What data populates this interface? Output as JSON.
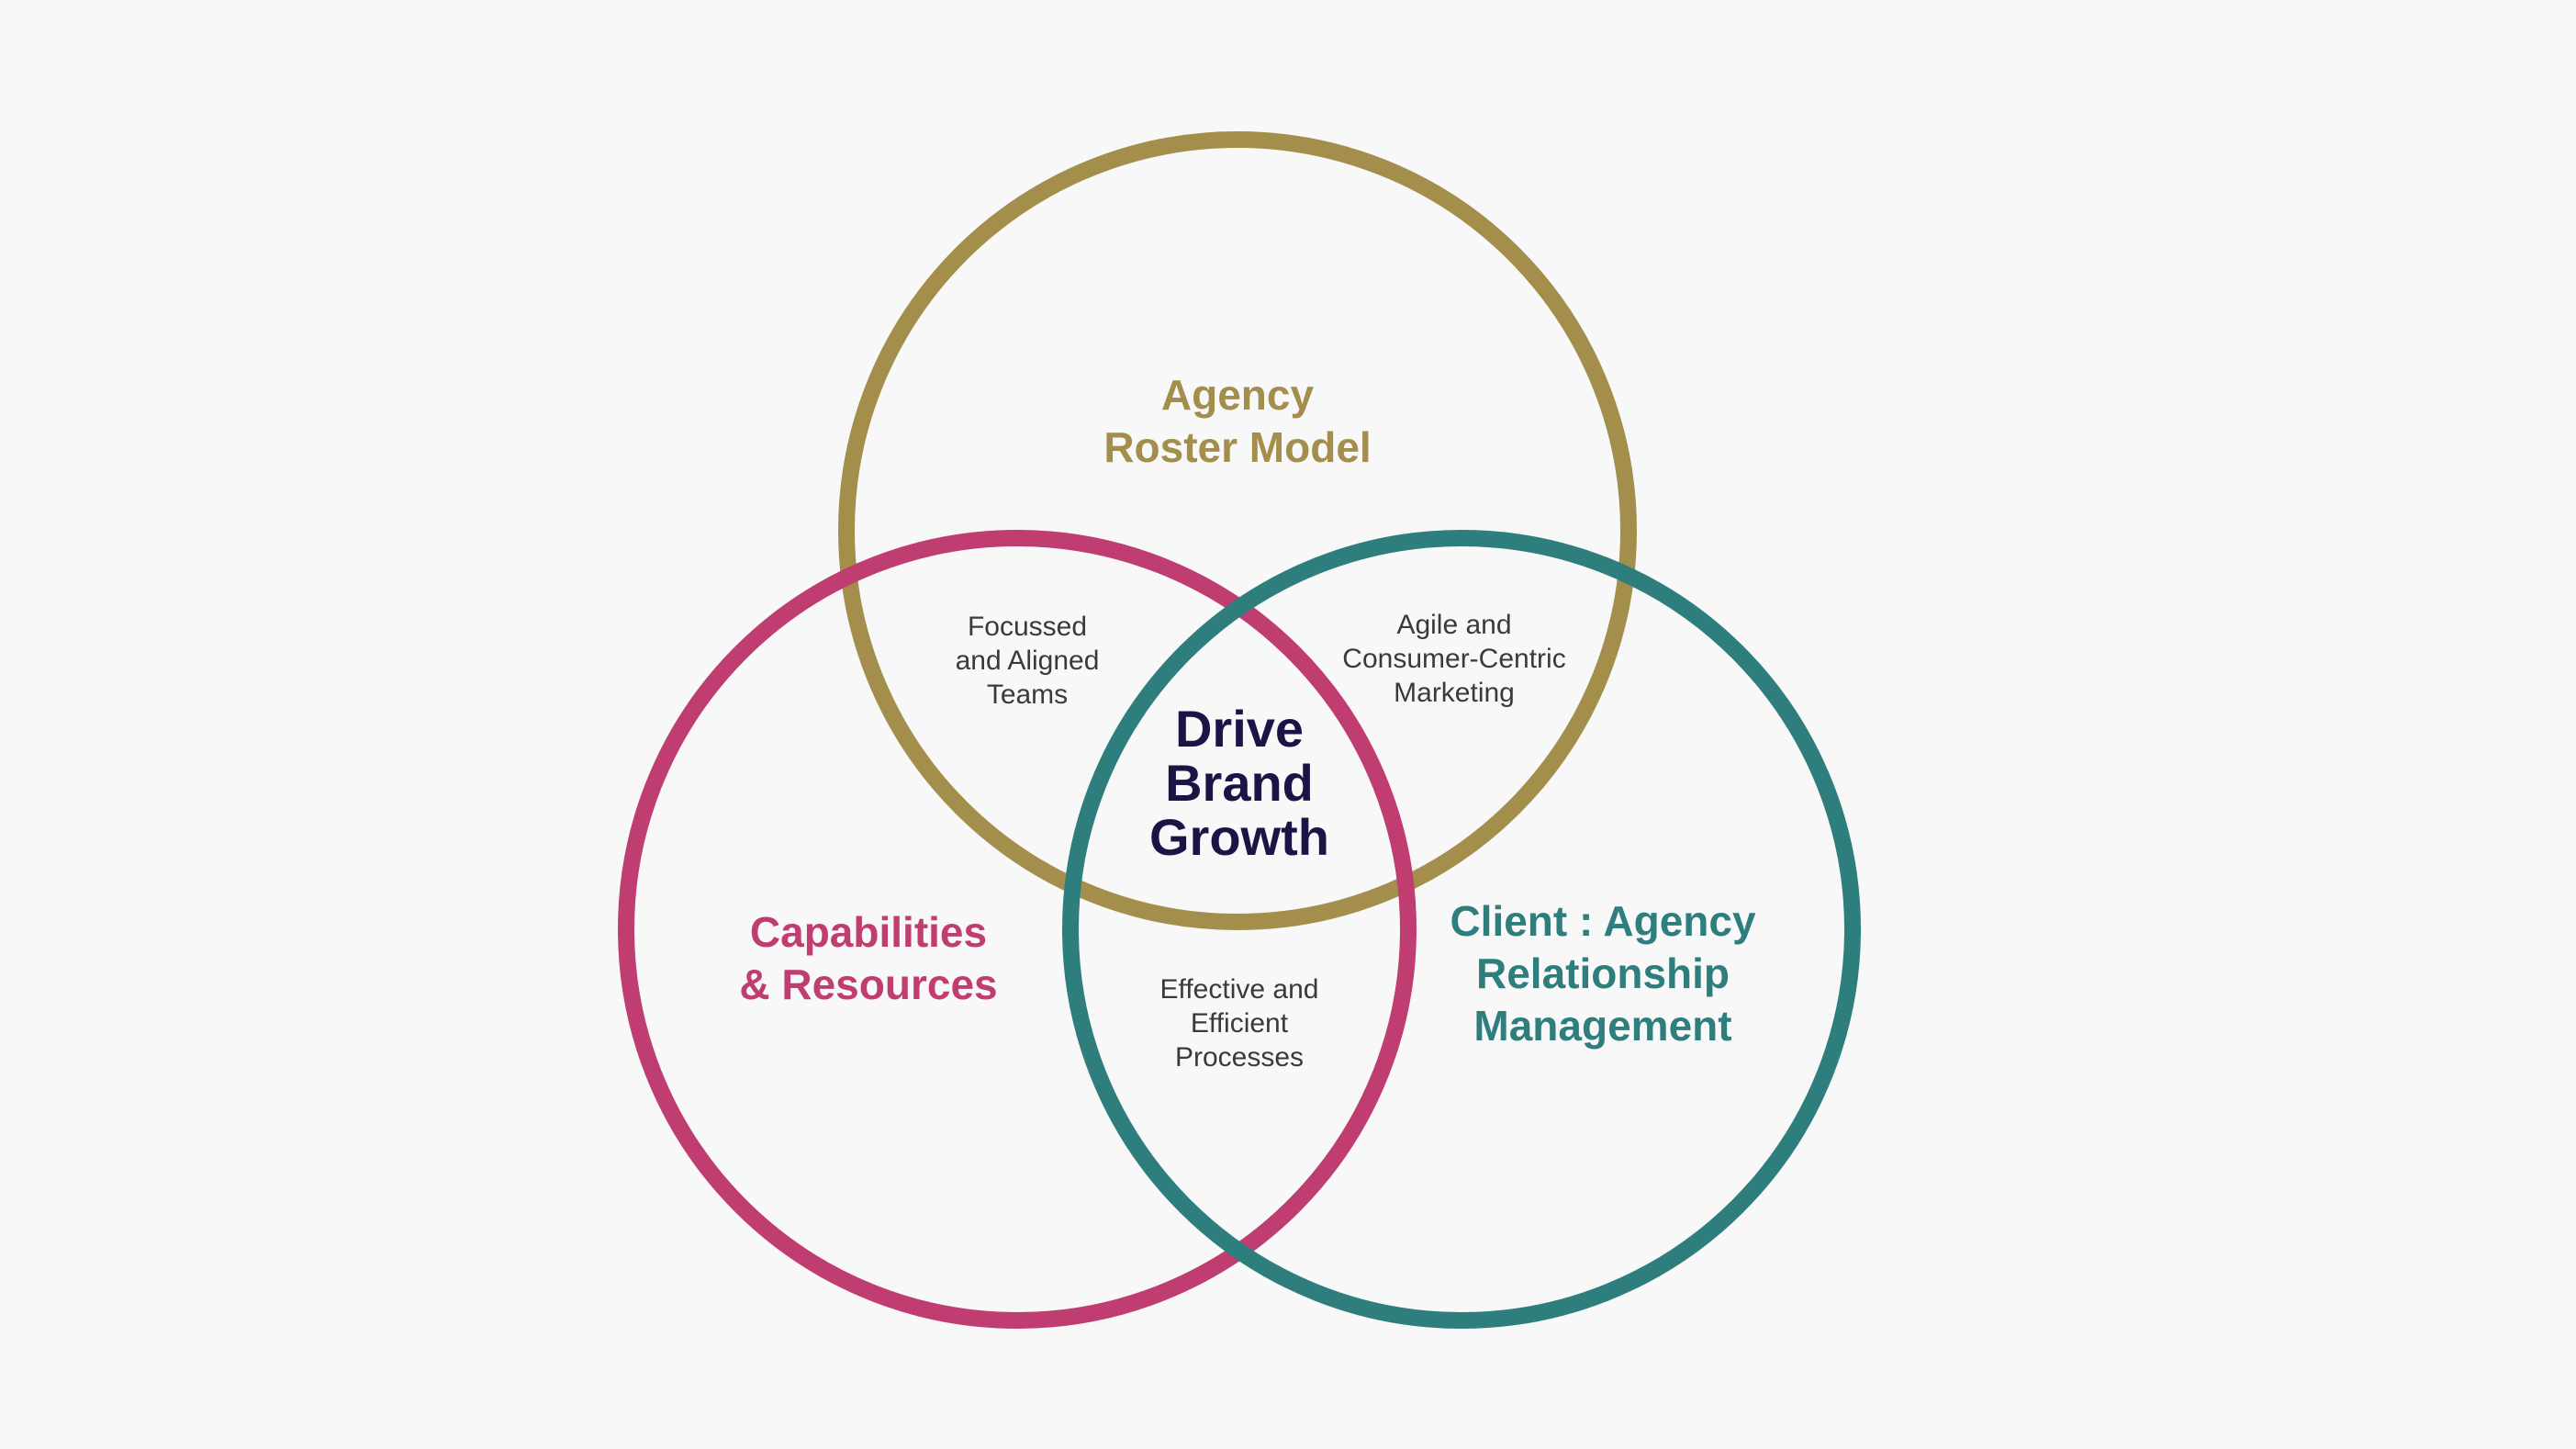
{
  "diagram": {
    "colors": {
      "background": "#f8f8f8",
      "agency": "#a38e4c",
      "capabilities": "#bf3d70",
      "client": "#2e7e7e",
      "overlap_text": "#3a3a3a",
      "center_text": "#1c1445"
    },
    "sets": {
      "agency_roster": "Agency\nRoster Model",
      "capabilities": "Capabilities\n& Resources",
      "client_relationship": "Client : Agency\nRelationship\nManagement"
    },
    "overlaps": {
      "agency_capabilities": "Focussed\nand Aligned\nTeams",
      "agency_client": "Agile and\nConsumer-Centric\nMarketing",
      "capabilities_client": "Effective and\nEfficient\nProcesses"
    },
    "center": "Drive\nBrand\nGrowth"
  }
}
